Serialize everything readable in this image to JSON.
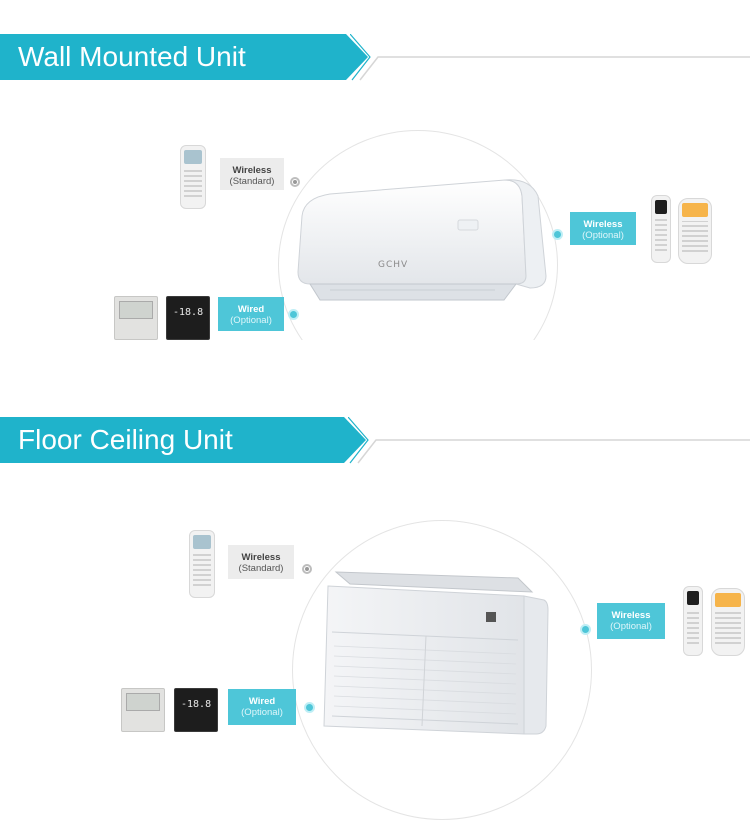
{
  "sections": [
    {
      "title": "Wall Mounted Unit",
      "labels": {
        "wireless_standard": {
          "main": "Wireless",
          "sub": "(Standard)"
        },
        "wireless_optional": {
          "main": "Wireless",
          "sub": "(Optional)"
        },
        "wired_optional": {
          "main": "Wired",
          "sub": "(Optional)"
        }
      },
      "unit_logo": "GCHV",
      "panel_display": "-18.8"
    },
    {
      "title": "Floor Ceiling Unit",
      "labels": {
        "wireless_standard": {
          "main": "Wireless",
          "sub": "(Standard)"
        },
        "wireless_optional": {
          "main": "Wireless",
          "sub": "(Optional)"
        },
        "wired_optional": {
          "main": "Wired",
          "sub": "(Optional)"
        }
      },
      "panel_display": "-18.8"
    }
  ],
  "colors": {
    "accent": "#1fb3cb",
    "label_teal": "#4ec6d8",
    "label_grey": "#ececec"
  },
  "icons": [
    "remote-control-icon",
    "wired-controller-icon"
  ]
}
